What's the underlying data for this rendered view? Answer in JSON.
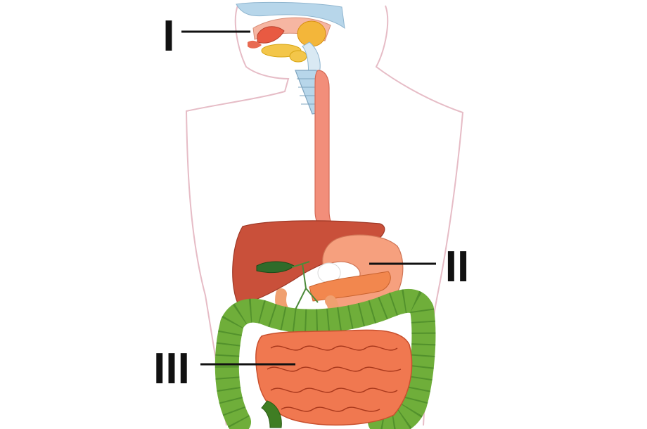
{
  "labels": {
    "mouth": "I",
    "stomach": "II",
    "small_intestine": "III"
  },
  "colors": {
    "body_outline": "#e6bcc6",
    "esophagus": "#f28e7a",
    "liver": "#c9503a",
    "stomach": "#f6a07e",
    "pancreas": "#f2874e",
    "gallbladder": "#2f6b2a",
    "large_intestine": "#6fae3a",
    "small_intestine": "#f07850",
    "salivary": "#f3b63a",
    "trachea": "#b7d6ea",
    "leader_line": "#111111"
  }
}
